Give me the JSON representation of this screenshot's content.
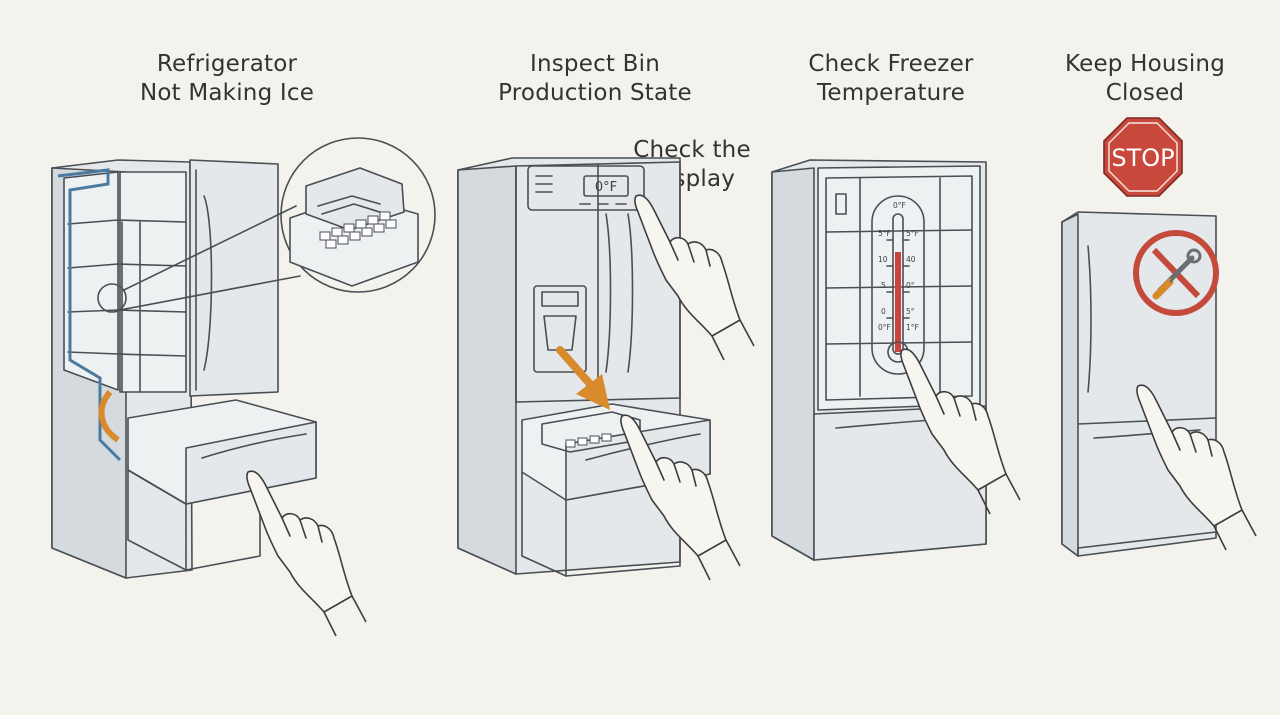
{
  "steps": [
    {
      "title_line1": "Refrigerator",
      "title_line2": "Not Making Ice"
    },
    {
      "title_line1": "Inspect Bin",
      "title_line2": "Production State",
      "callout_line1": "Check the",
      "callout_line2": "Display",
      "display_reading": "0°F"
    },
    {
      "title_line1": "Check Freezer",
      "title_line2": "Temperature",
      "thermometer_left": [
        "5°F",
        "10",
        "5",
        "0",
        "0°F"
      ],
      "thermometer_right": [
        "0°F",
        "5°F",
        "40",
        "0°",
        "5°",
        "1°F"
      ]
    },
    {
      "title_line1": "Keep Housing",
      "title_line2": "Closed",
      "stop_sign": "STOP"
    }
  ],
  "icons": [
    "ice-maker-zoom-icon",
    "orange-arrow-icon",
    "pointing-hand-icon",
    "thermometer-icon",
    "stop-sign-icon",
    "no-tools-icon"
  ],
  "colors": {
    "background": "#f3f2ec",
    "fridge": "#e4e8ea",
    "accent_orange": "#d98a2b",
    "thermo_red": "#c9443a",
    "stop_red": "#c8483c",
    "prohibit_red": "#c44a3c"
  }
}
